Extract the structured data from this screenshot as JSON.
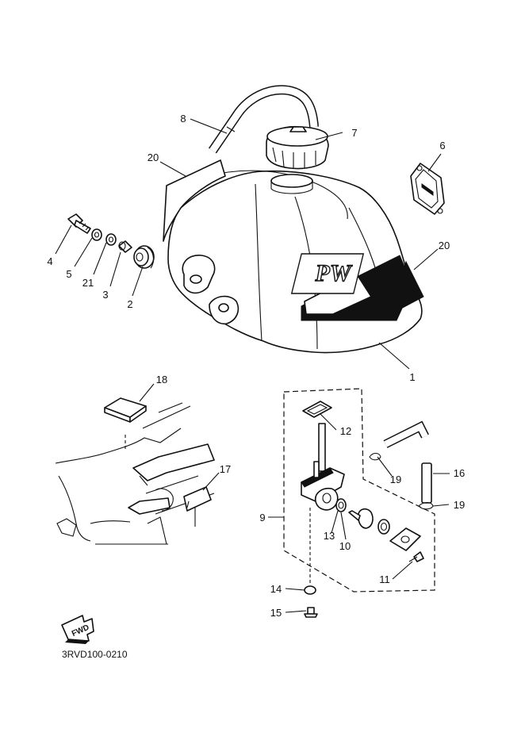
{
  "callouts": {
    "c1": "1",
    "c2": "2",
    "c3": "3",
    "c4": "4",
    "c5": "5",
    "c6": "6",
    "c7": "7",
    "c8": "8",
    "c9": "9",
    "c10": "10",
    "c11": "11",
    "c12": "12",
    "c13": "13",
    "c14": "14",
    "c15": "15",
    "c16": "16",
    "c17": "17",
    "c18": "18",
    "c19a": "19",
    "c19b": "19",
    "c20a": "20",
    "c20b": "20",
    "c21": "21"
  },
  "tank_logo": "PW",
  "fwd_label": "FWD",
  "diagram_code": "3RVD100-0210"
}
